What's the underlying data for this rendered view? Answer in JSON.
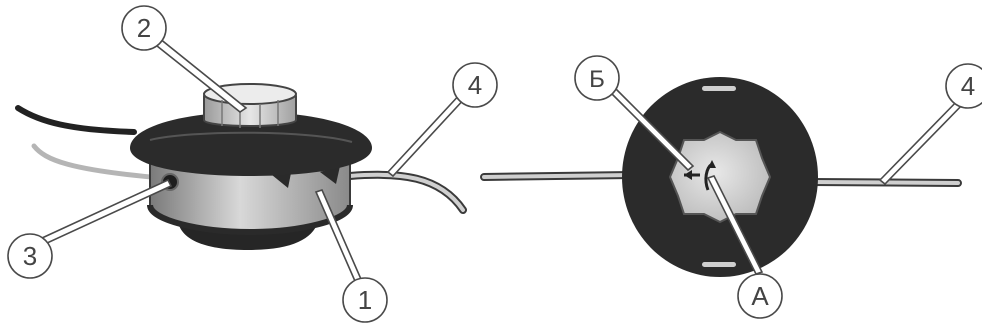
{
  "colors": {
    "background": "#ffffff",
    "body_dark": "#2b2b2b",
    "body_mid": "#8e8e8e",
    "body_light": "#cfcfcf",
    "line_outline": "#3a3a3a",
    "callout_stroke": "#4a4a4a",
    "callout_fill": "#ffffff"
  },
  "left_view": {
    "callouts": [
      {
        "label": "1"
      },
      {
        "label": "2"
      },
      {
        "label": "3"
      },
      {
        "label": "4"
      }
    ]
  },
  "right_view": {
    "callouts": [
      {
        "label": "Б"
      },
      {
        "label": "4"
      },
      {
        "label": "A"
      }
    ]
  }
}
